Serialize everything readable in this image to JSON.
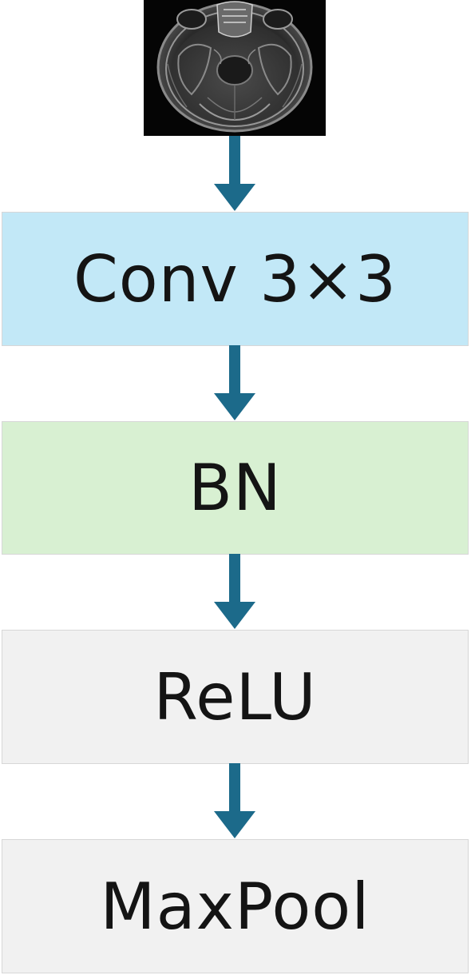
{
  "colors": {
    "arrow": "#1c6a8a",
    "conv_fill": "#c2e8f7",
    "bn_fill": "#d8f0d2",
    "relu_fill": "#f1f1f1",
    "maxpool_fill": "#f1f1f1",
    "input_background": "#050505"
  },
  "input": {
    "icon": "brain-mri-slice"
  },
  "blocks": [
    {
      "label": "Conv 3×3"
    },
    {
      "label": "BN"
    },
    {
      "label": "ReLU"
    },
    {
      "label": "MaxPool"
    }
  ]
}
